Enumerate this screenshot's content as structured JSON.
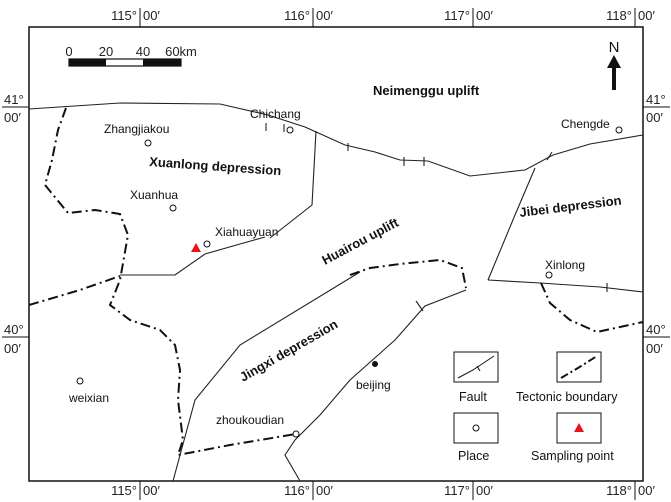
{
  "coordinates": {
    "lon": [
      {
        "deg": "115°",
        "min": "00′"
      },
      {
        "deg": "116°",
        "min": "00′"
      },
      {
        "deg": "117°",
        "min": "00′"
      },
      {
        "deg": "118°",
        "min": "00′"
      }
    ],
    "lat": [
      {
        "deg": "41°",
        "min": "00′"
      },
      {
        "deg": "40°",
        "min": "00′"
      }
    ]
  },
  "scale_bar": {
    "ticks": [
      "0",
      "20",
      "40",
      "60km"
    ]
  },
  "north_arrow": {
    "label": "N"
  },
  "regions": {
    "neimenggu": "Neimenggu uplift",
    "xuanlong": "Xuanlong depression",
    "jibei": "Jibei depression",
    "huairou": "Huairou uplift",
    "jingxi": "Jingxi depression"
  },
  "places": {
    "zhangjiakou": "Zhangjiakou",
    "chichang": "Chichang",
    "chengde": "Chengde",
    "xuanhua": "Xuanhua",
    "xiahuayuan": "Xiahuayuan",
    "xinlong": "Xinlong",
    "beijing": "beijing",
    "weixian": "weixian",
    "zhoukoudian": "zhoukoudian"
  },
  "legend": {
    "fault": "Fault",
    "tectonic_boundary": "Tectonic boundary",
    "place": "Place",
    "sampling_point": "Sampling point"
  },
  "colors": {
    "sampling_point": "#e8141c",
    "line": "#111111"
  }
}
